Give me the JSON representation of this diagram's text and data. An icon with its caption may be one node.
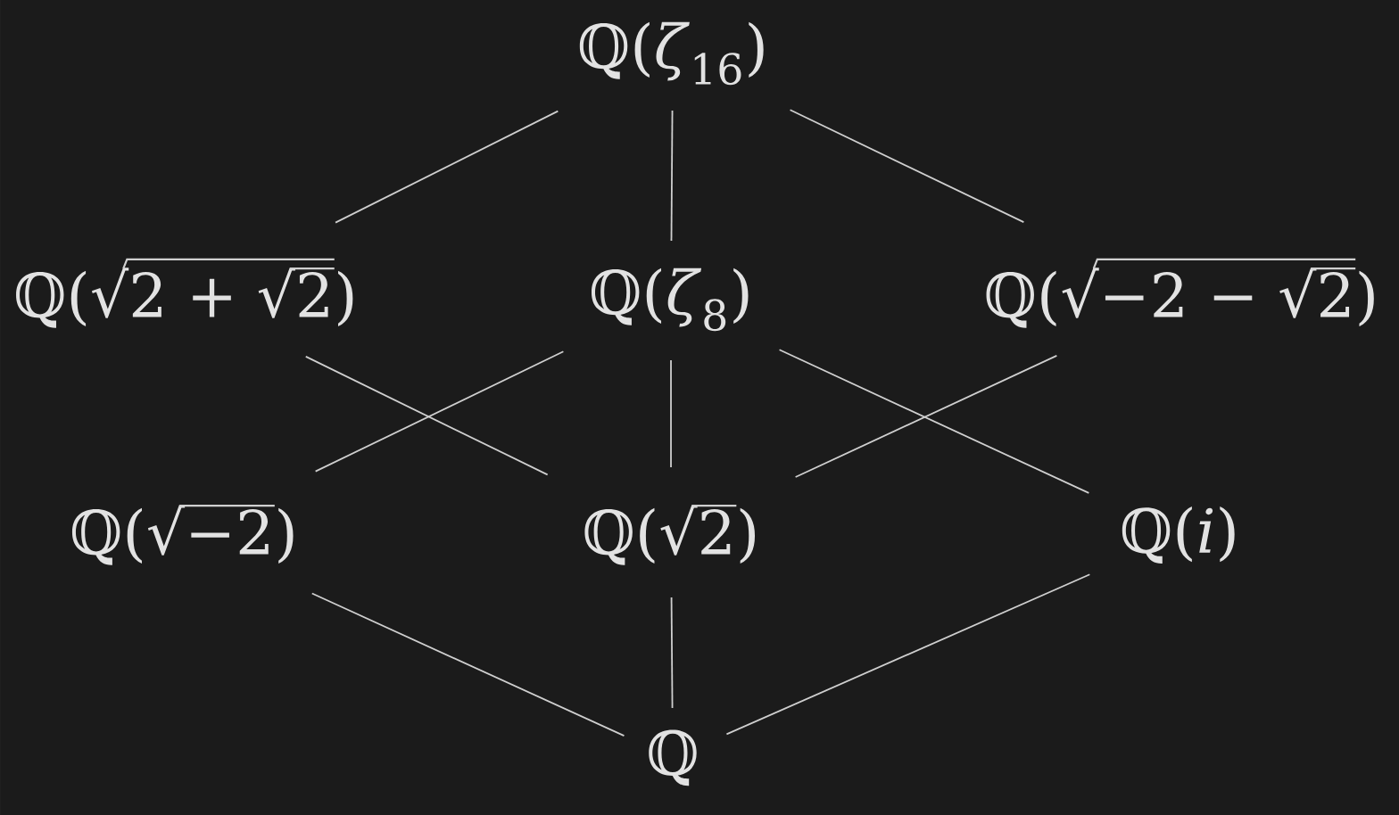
{
  "diagram": {
    "nodes": [
      {
        "text": [
          "ℚ(*ζ*$_{16}$)"
        ]
      },
      {
        "text": [
          "ℚ(√2 + √2)"
        ]
      },
      {
        "text": [
          "ℚ(*ζ*$_{8}$)"
        ]
      },
      {
        "text": [
          "ℚ(√−2 − √2)"
        ]
      },
      {
        "text": [
          "ℚ(√−2)"
        ]
      },
      {
        "text": [
          "ℚ(√2)"
        ]
      },
      {
        "text": [
          "ℚ(*i*)"
        ]
      },
      {
        "text": [
          "ℚ"
        ]
      }
    ],
    "edges": [
      {
        "from": 0,
        "to": 1,
        "arrow": "none"
      },
      {
        "from": 0,
        "to": 2,
        "arrow": "none"
      },
      {
        "from": 0,
        "to": 3,
        "arrow": "none"
      },
      {
        "from": 1,
        "to": 5,
        "arrow": "none"
      },
      {
        "from": 2,
        "to": 4,
        "arrow": "none"
      },
      {
        "from": 2,
        "to": 5,
        "arrow": "none"
      },
      {
        "from": 2,
        "to": 6,
        "arrow": "none"
      },
      {
        "from": 3,
        "to": 5,
        "arrow": "none"
      },
      {
        "from": 4,
        "to": 7,
        "arrow": "none"
      },
      {
        "from": 5,
        "to": 7,
        "arrow": "none"
      },
      {
        "from": 6,
        "to": 7,
        "arrow": "none"
      }
    ]
  }
}
